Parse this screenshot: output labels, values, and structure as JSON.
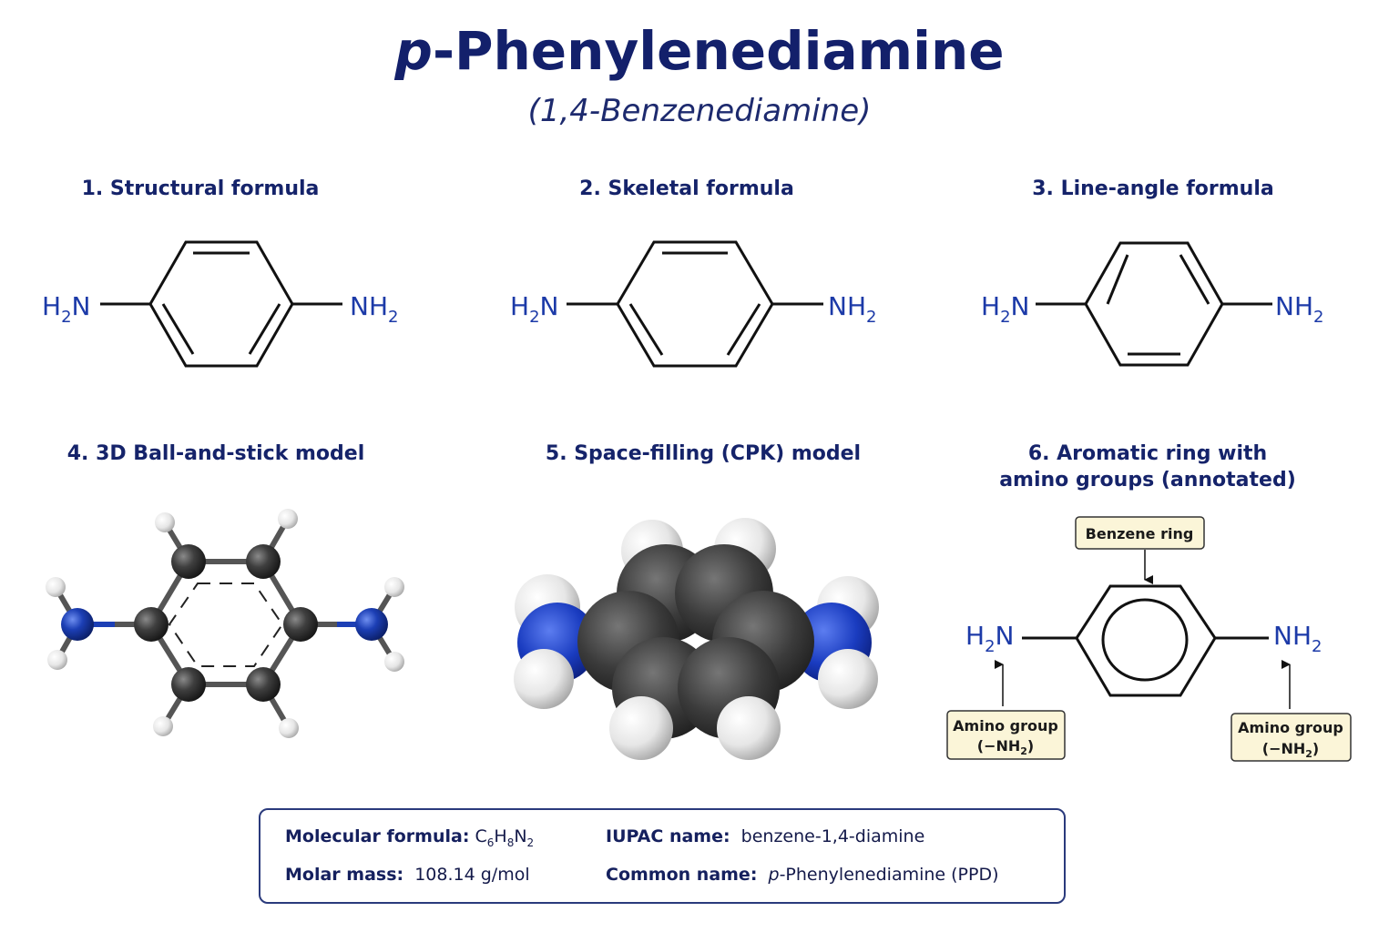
{
  "title_prefix": "p",
  "title_rest": "-Phenylenediamine",
  "subtitle": "(1,4-Benzenediamine)",
  "panels": {
    "p1": "1. Structural formula",
    "p2": "2. Skeletal formula",
    "p3": "3. Line-angle formula",
    "p4": "4. 3D Ball-and-stick model",
    "p5": "5. Space-filling (CPK) model",
    "p6a": "6. Aromatic ring with",
    "p6b": "amino groups (annotated)"
  },
  "labels": {
    "h": "H",
    "n": "N",
    "two": "2",
    "nh": "NH"
  },
  "annotations": {
    "benzene": "Benzene ring",
    "amino": "Amino group",
    "nh_open": "(−NH",
    "two": "2",
    "close": ")"
  },
  "info": {
    "mf_label": "Molecular formula:",
    "c": "C",
    "c_n": "6",
    "h": "H",
    "h_n": "8",
    "n": "N",
    "n_n": "2",
    "mm_label": "Molar mass:",
    "mm_value": "108.14 g/mol",
    "iupac_label": "IUPAC name:",
    "iupac_value": "benzene-1,4-diamine",
    "common_label": "Common name:",
    "common_p": "p",
    "common_rest": "-Phenylenediamine (PPD)"
  },
  "colors": {
    "title": "#13206b",
    "nitrogen_label": "#1c3aa8",
    "carbon_atom": "#3a3a3a",
    "nitrogen_atom": "#1b3fb0",
    "hydrogen_atom": "#eeeeee",
    "annotation_fill": "#fbf5d8"
  }
}
